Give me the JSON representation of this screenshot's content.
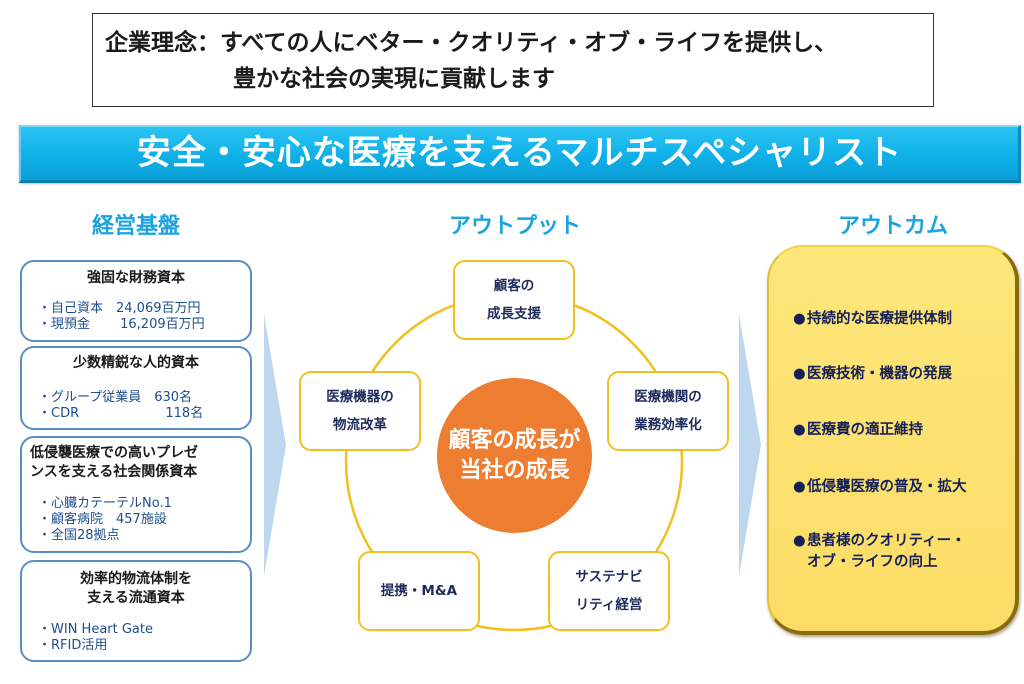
{
  "philosophy": {
    "line1": "企業理念：すべての人にベター・クオリティ・オブ・ライフを提供し、",
    "line2": "豊かな社会の実現に貢献します"
  },
  "banner": {
    "title": "安全・安心な医療を支えるマルチスペシャリスト"
  },
  "columns": {
    "foundation": "経営基盤",
    "output": "アウトプット",
    "outcome": "アウトカム"
  },
  "capitals": [
    {
      "title": [
        "強固な財務資本"
      ],
      "items": [
        "・自己資本　24,069百万円",
        "・現預金　　 16,209百万円"
      ]
    },
    {
      "title": [
        "少数精鋭な人的資本"
      ],
      "items": [
        "・グループ従業員　630名",
        "・CDR　　　　　　  118名"
      ]
    },
    {
      "title": [
        "低侵襲医療での高いプレゼ",
        "ンスを支える社会関係資本"
      ],
      "items": [
        "・心臓カテーテルNo.1",
        "・顧客病院　457施設",
        "・全国28拠点"
      ]
    },
    {
      "title": [
        "効率的物流体制を",
        "支える流通資本"
      ],
      "items": [
        "・WIN Heart Gate",
        "・RFID活用"
      ]
    }
  ],
  "outputs": [
    {
      "lines": [
        "顧客の",
        "成長支援"
      ]
    },
    {
      "lines": [
        "医療機関の",
        "業務効率化"
      ]
    },
    {
      "lines": [
        "サステナビ",
        "リティ経営"
      ]
    },
    {
      "lines": [
        "提携・M&A"
      ]
    },
    {
      "lines": [
        "医療機器の",
        "物流改革"
      ]
    }
  ],
  "center": {
    "line1": "顧客の成長が",
    "line2": "当社の成長"
  },
  "outcomes": [
    {
      "bullet": "●",
      "lines": [
        "持続的な医療提供体制"
      ]
    },
    {
      "bullet": "●",
      "lines": [
        "医療技術・機器の発展"
      ]
    },
    {
      "bullet": "●",
      "lines": [
        "医療費の適正維持"
      ]
    },
    {
      "bullet": "●",
      "lines": [
        "低侵襲医療の普及・拡大"
      ]
    },
    {
      "bullet": "●",
      "lines": [
        "患者様のクオリティー・",
        "オブ・ライフの向上"
      ]
    }
  ],
  "colors": {
    "title_blue": "#1aa3e0",
    "banner_blue": "#0fb0e8",
    "capital_border": "#5b8fc4",
    "output_border": "#f2c01e",
    "center_orange": "#ed7d31",
    "outcome_yellow": "#fde272",
    "arrow_blue": "#bdd7ee"
  }
}
